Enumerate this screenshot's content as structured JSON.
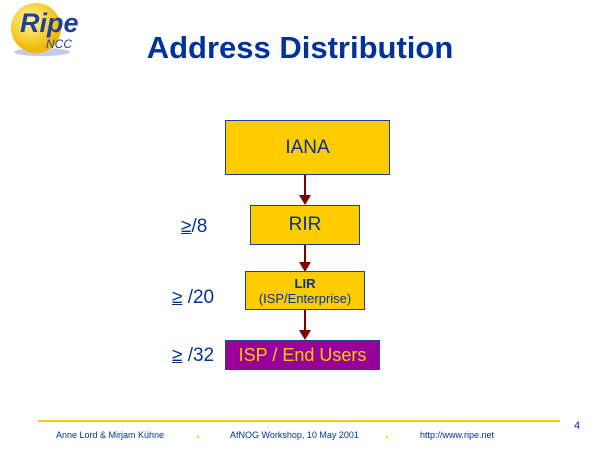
{
  "logo": {
    "text_main": "Ripe",
    "text_sub": "NCC"
  },
  "title": "Address Distribution",
  "nodes": {
    "iana": "IANA",
    "rir": "RIR",
    "lir": "LIR",
    "lir_sub": "(ISP/Enterprise)",
    "isp": "ISP / End Users"
  },
  "levels": {
    "rir": "/8",
    "lir": " /20",
    "isp": " /32",
    "symbol": "≥"
  },
  "page_number": "4",
  "footer": {
    "authors": "Anne Lord & Mirjam Kühne",
    "event": "AfNOG Workshop, 10 May 2001",
    "url": "http://www.ripe.net"
  },
  "colors": {
    "box": "#ffcc00",
    "text": "#003399",
    "arrow": "#800000",
    "isp_box": "#990099"
  }
}
